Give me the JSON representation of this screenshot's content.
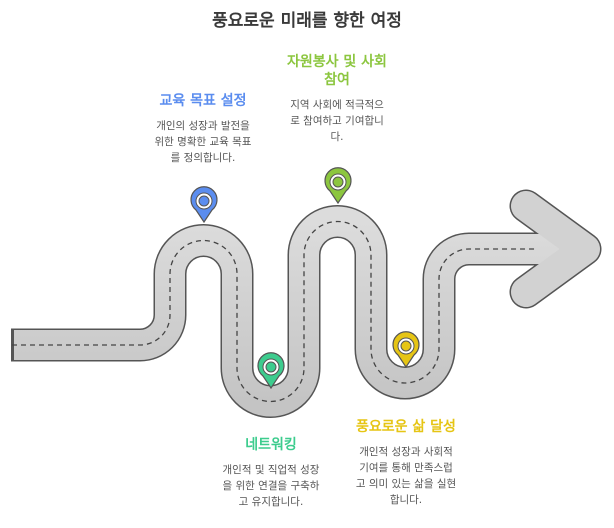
{
  "title": "풍요로운 미래를 향한 여정",
  "colors": {
    "blue": "#5b8def",
    "lime": "#8cc63f",
    "green": "#3dcc8e",
    "yellow": "#e6c514",
    "road": "#cfcfcf",
    "outline": "#555555"
  },
  "steps": [
    {
      "heading": "교육 목표 설정",
      "lines": [
        "개인의 성장과 발전을",
        "위한 명확한 교육 목표",
        "를 정의합니다."
      ],
      "color": "blue"
    },
    {
      "heading": "네트워킹",
      "lines": [
        "개인적 및 직업적 성장",
        "을 위한 연결을 구축하",
        "고 유지합니다."
      ],
      "color": "green"
    },
    {
      "heading_lines": [
        "자원봉사 및 사회",
        "참여"
      ],
      "lines": [
        "지역 사회에 적극적으",
        "로 참여하고 기여합니",
        "다."
      ],
      "color": "lime"
    },
    {
      "heading": "풍요로운 삶 달성",
      "lines": [
        "개인적 성장과 사회적",
        "기여를 통해 만족스럽",
        "고 의미 있는 삶을 실현",
        "합니다."
      ],
      "color": "yellow"
    }
  ]
}
